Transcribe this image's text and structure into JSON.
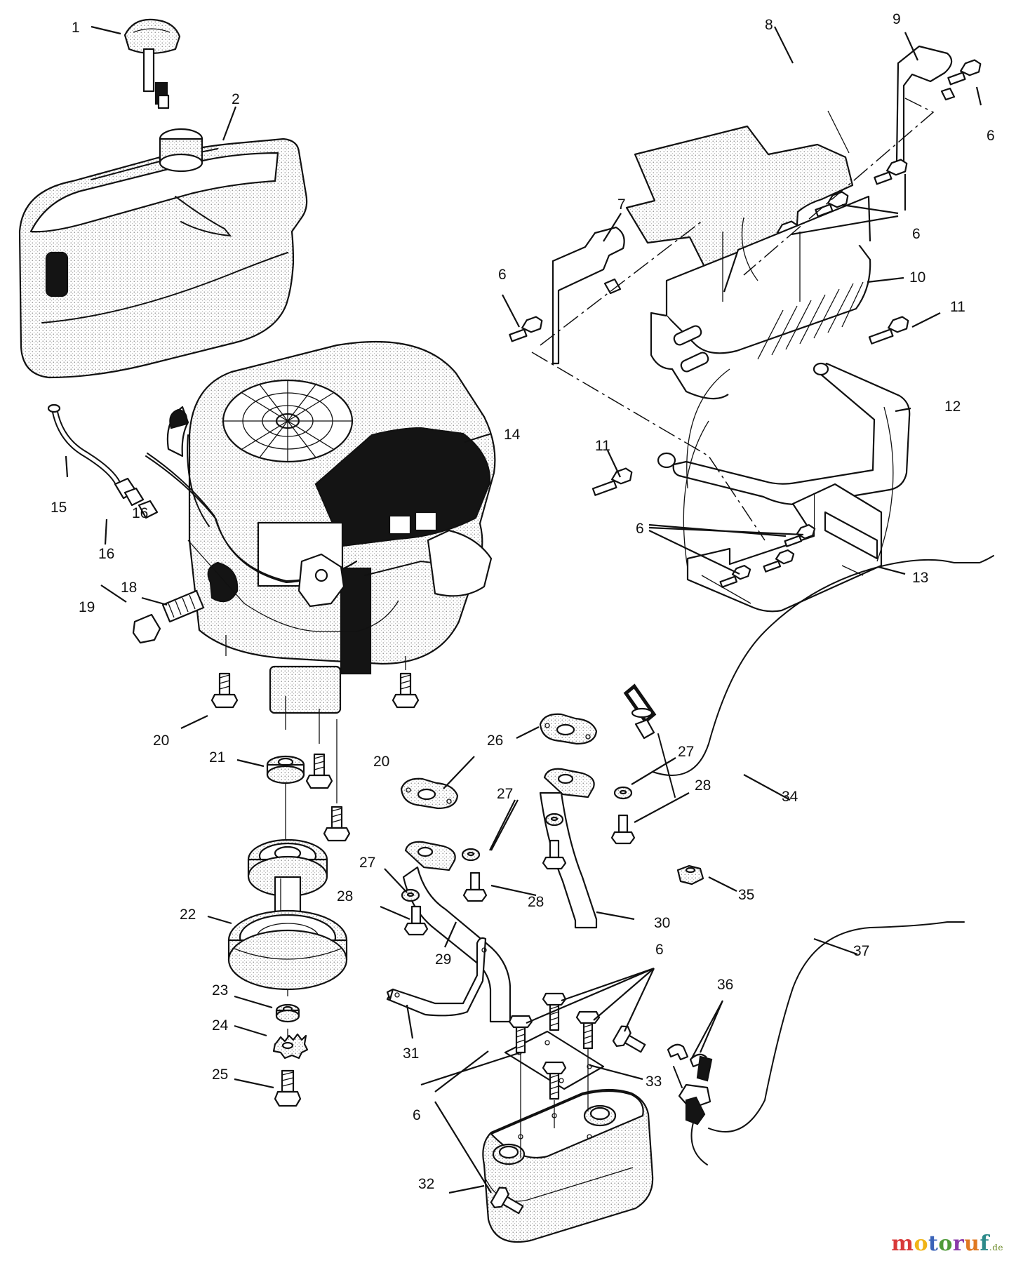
{
  "diagram": {
    "callouts": [
      "1",
      "2",
      "6",
      "6",
      "6",
      "6",
      "7",
      "8",
      "9",
      "10",
      "11",
      "11",
      "12",
      "13",
      "14",
      "15",
      "16",
      "16",
      "18",
      "19",
      "20",
      "20",
      "21",
      "22",
      "23",
      "24",
      "25",
      "26",
      "27",
      "27",
      "27",
      "28",
      "28",
      "28",
      "29",
      "30",
      "31",
      "32",
      "33",
      "6",
      "6",
      "34",
      "35",
      "36",
      "37",
      "6"
    ]
  },
  "watermark": {
    "text_main": "motoruf",
    "text_sup": ".de",
    "colors": [
      "#d83a3a",
      "#f0b418",
      "#3a63b8",
      "#4f9a3a",
      "#8a3aa8",
      "#e07a22",
      "#2c8a8a"
    ]
  }
}
